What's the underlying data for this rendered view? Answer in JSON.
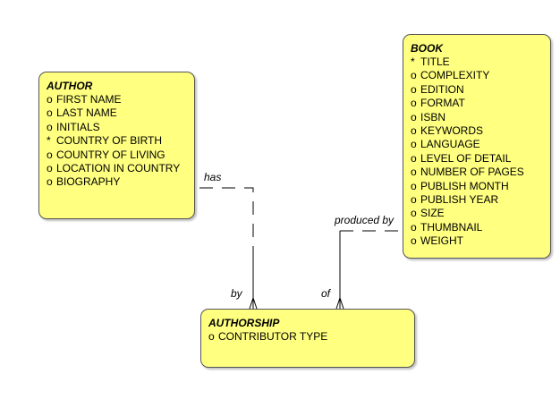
{
  "entities": {
    "author": {
      "title": "AUTHOR",
      "attributes": [
        {
          "mark": "o",
          "name": "FIRST NAME"
        },
        {
          "mark": "o",
          "name": "LAST NAME"
        },
        {
          "mark": "o",
          "name": "INITIALS"
        },
        {
          "mark": "*",
          "name": "COUNTRY OF BIRTH"
        },
        {
          "mark": "o",
          "name": "COUNTRY OF LIVING"
        },
        {
          "mark": "o",
          "name": "LOCATION IN COUNTRY"
        },
        {
          "mark": "o",
          "name": "BIOGRAPHY"
        }
      ]
    },
    "book": {
      "title": "BOOK",
      "attributes": [
        {
          "mark": "*",
          "name": "TITLE"
        },
        {
          "mark": "o",
          "name": "COMPLEXITY"
        },
        {
          "mark": "o",
          "name": "EDITION"
        },
        {
          "mark": "o",
          "name": "FORMAT"
        },
        {
          "mark": "o",
          "name": "ISBN"
        },
        {
          "mark": "o",
          "name": "KEYWORDS"
        },
        {
          "mark": "o",
          "name": "LANGUAGE"
        },
        {
          "mark": "o",
          "name": "LEVEL OF DETAIL"
        },
        {
          "mark": "o",
          "name": "NUMBER OF PAGES"
        },
        {
          "mark": "o",
          "name": "PUBLISH MONTH"
        },
        {
          "mark": "o",
          "name": "PUBLISH YEAR"
        },
        {
          "mark": "o",
          "name": "SIZE"
        },
        {
          "mark": "o",
          "name": "THUMBNAIL"
        },
        {
          "mark": "o",
          "name": "WEIGHT"
        }
      ]
    },
    "authorship": {
      "title": "AUTHORSHIP",
      "attributes": [
        {
          "mark": "o",
          "name": "CONTRIBUTOR TYPE"
        }
      ]
    }
  },
  "relationships": {
    "author_authorship": {
      "author_end_label": "has",
      "authorship_end_label": "by"
    },
    "book_authorship": {
      "book_end_label": "produced by",
      "authorship_end_label": "of"
    }
  },
  "colors": {
    "entity_fill": "#ffff80",
    "entity_border": "#555555",
    "line": "#000000"
  }
}
